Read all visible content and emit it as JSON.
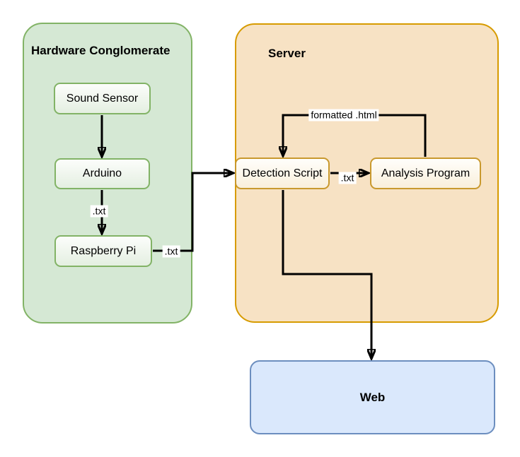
{
  "diagram": {
    "groups": {
      "hardware": {
        "title": "Hardware Conglomerate",
        "fill": "#d5e8d4",
        "border": "#82b366"
      },
      "server": {
        "title": "Server",
        "fill": "#f7e2c4",
        "border": "#d79b00"
      }
    },
    "nodes": {
      "sound_sensor": {
        "label": "Sound Sensor"
      },
      "arduino": {
        "label": "Arduino"
      },
      "raspberry_pi": {
        "label": "Raspberry Pi"
      },
      "detection_script": {
        "label": "Detection Script"
      },
      "analysis_program": {
        "label": "Analysis Program"
      },
      "web": {
        "label": "Web",
        "fill": "#dae8fc",
        "border": "#6c8ebf"
      }
    },
    "edge_labels": {
      "arduino_to_raspberry_pi": ".txt",
      "raspberry_pi_to_detection": ".txt",
      "detection_to_analysis": ".txt",
      "analysis_to_detection": "formatted .html"
    },
    "colors": {
      "arrow": "#000000",
      "node_border_green": "#82b366",
      "node_border_orange": "#c9992e",
      "text": "#000000",
      "background": "#ffffff"
    }
  }
}
